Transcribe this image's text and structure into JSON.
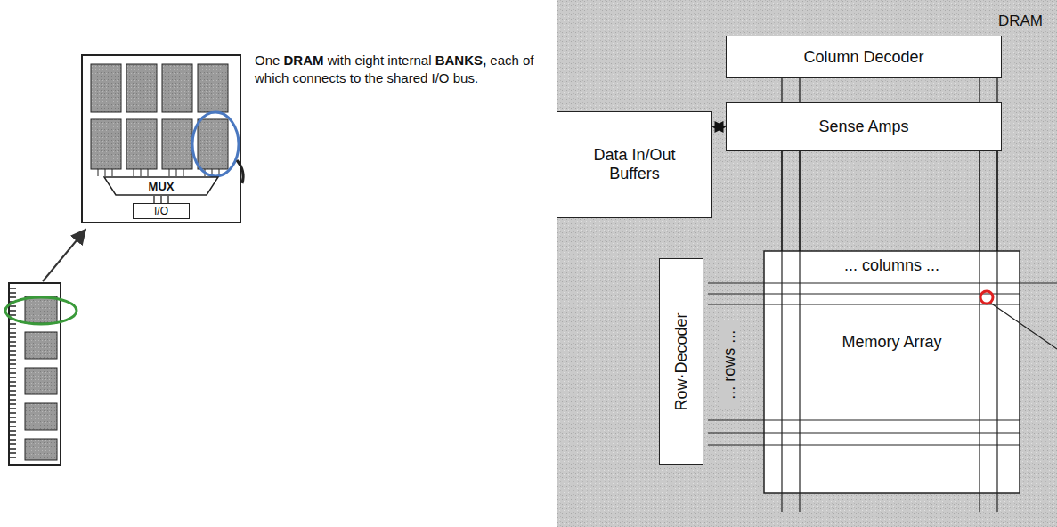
{
  "diagram": {
    "nodes": [
      {
        "text": [
          "DRAM"
        ]
      },
      {
        "text": [
          "Column Decoder"
        ],
        "in": 0
      },
      {
        "text": [
          "Sense Amps"
        ],
        "in": 0
      },
      {
        "text": [
          "Data In/Out Buffers"
        ],
        "in": 0
      },
      {
        "text": [
          "Row·Decoder"
        ],
        "in": 0
      },
      {
        "text": [
          "... columns ...",
          "Memory Array"
        ],
        "in": 0
      },
      {
        "text": [
          "MUX"
        ]
      },
      {
        "text": [
          "I/O"
        ]
      }
    ],
    "edges": [
      {
        "from": 3,
        "to": 2,
        "arrow": "both"
      },
      {
        "from": 1,
        "to": 2,
        "arrow": "none"
      },
      {
        "from": 2,
        "to": 5,
        "arrow": "none"
      },
      {
        "from": 6,
        "to": 7,
        "arrow": "none"
      }
    ],
    "labels": [
      "One DRAM with eight internal BANKS, each of which connects to the shared I/O bus.",
      "... rows ..."
    ]
  }
}
